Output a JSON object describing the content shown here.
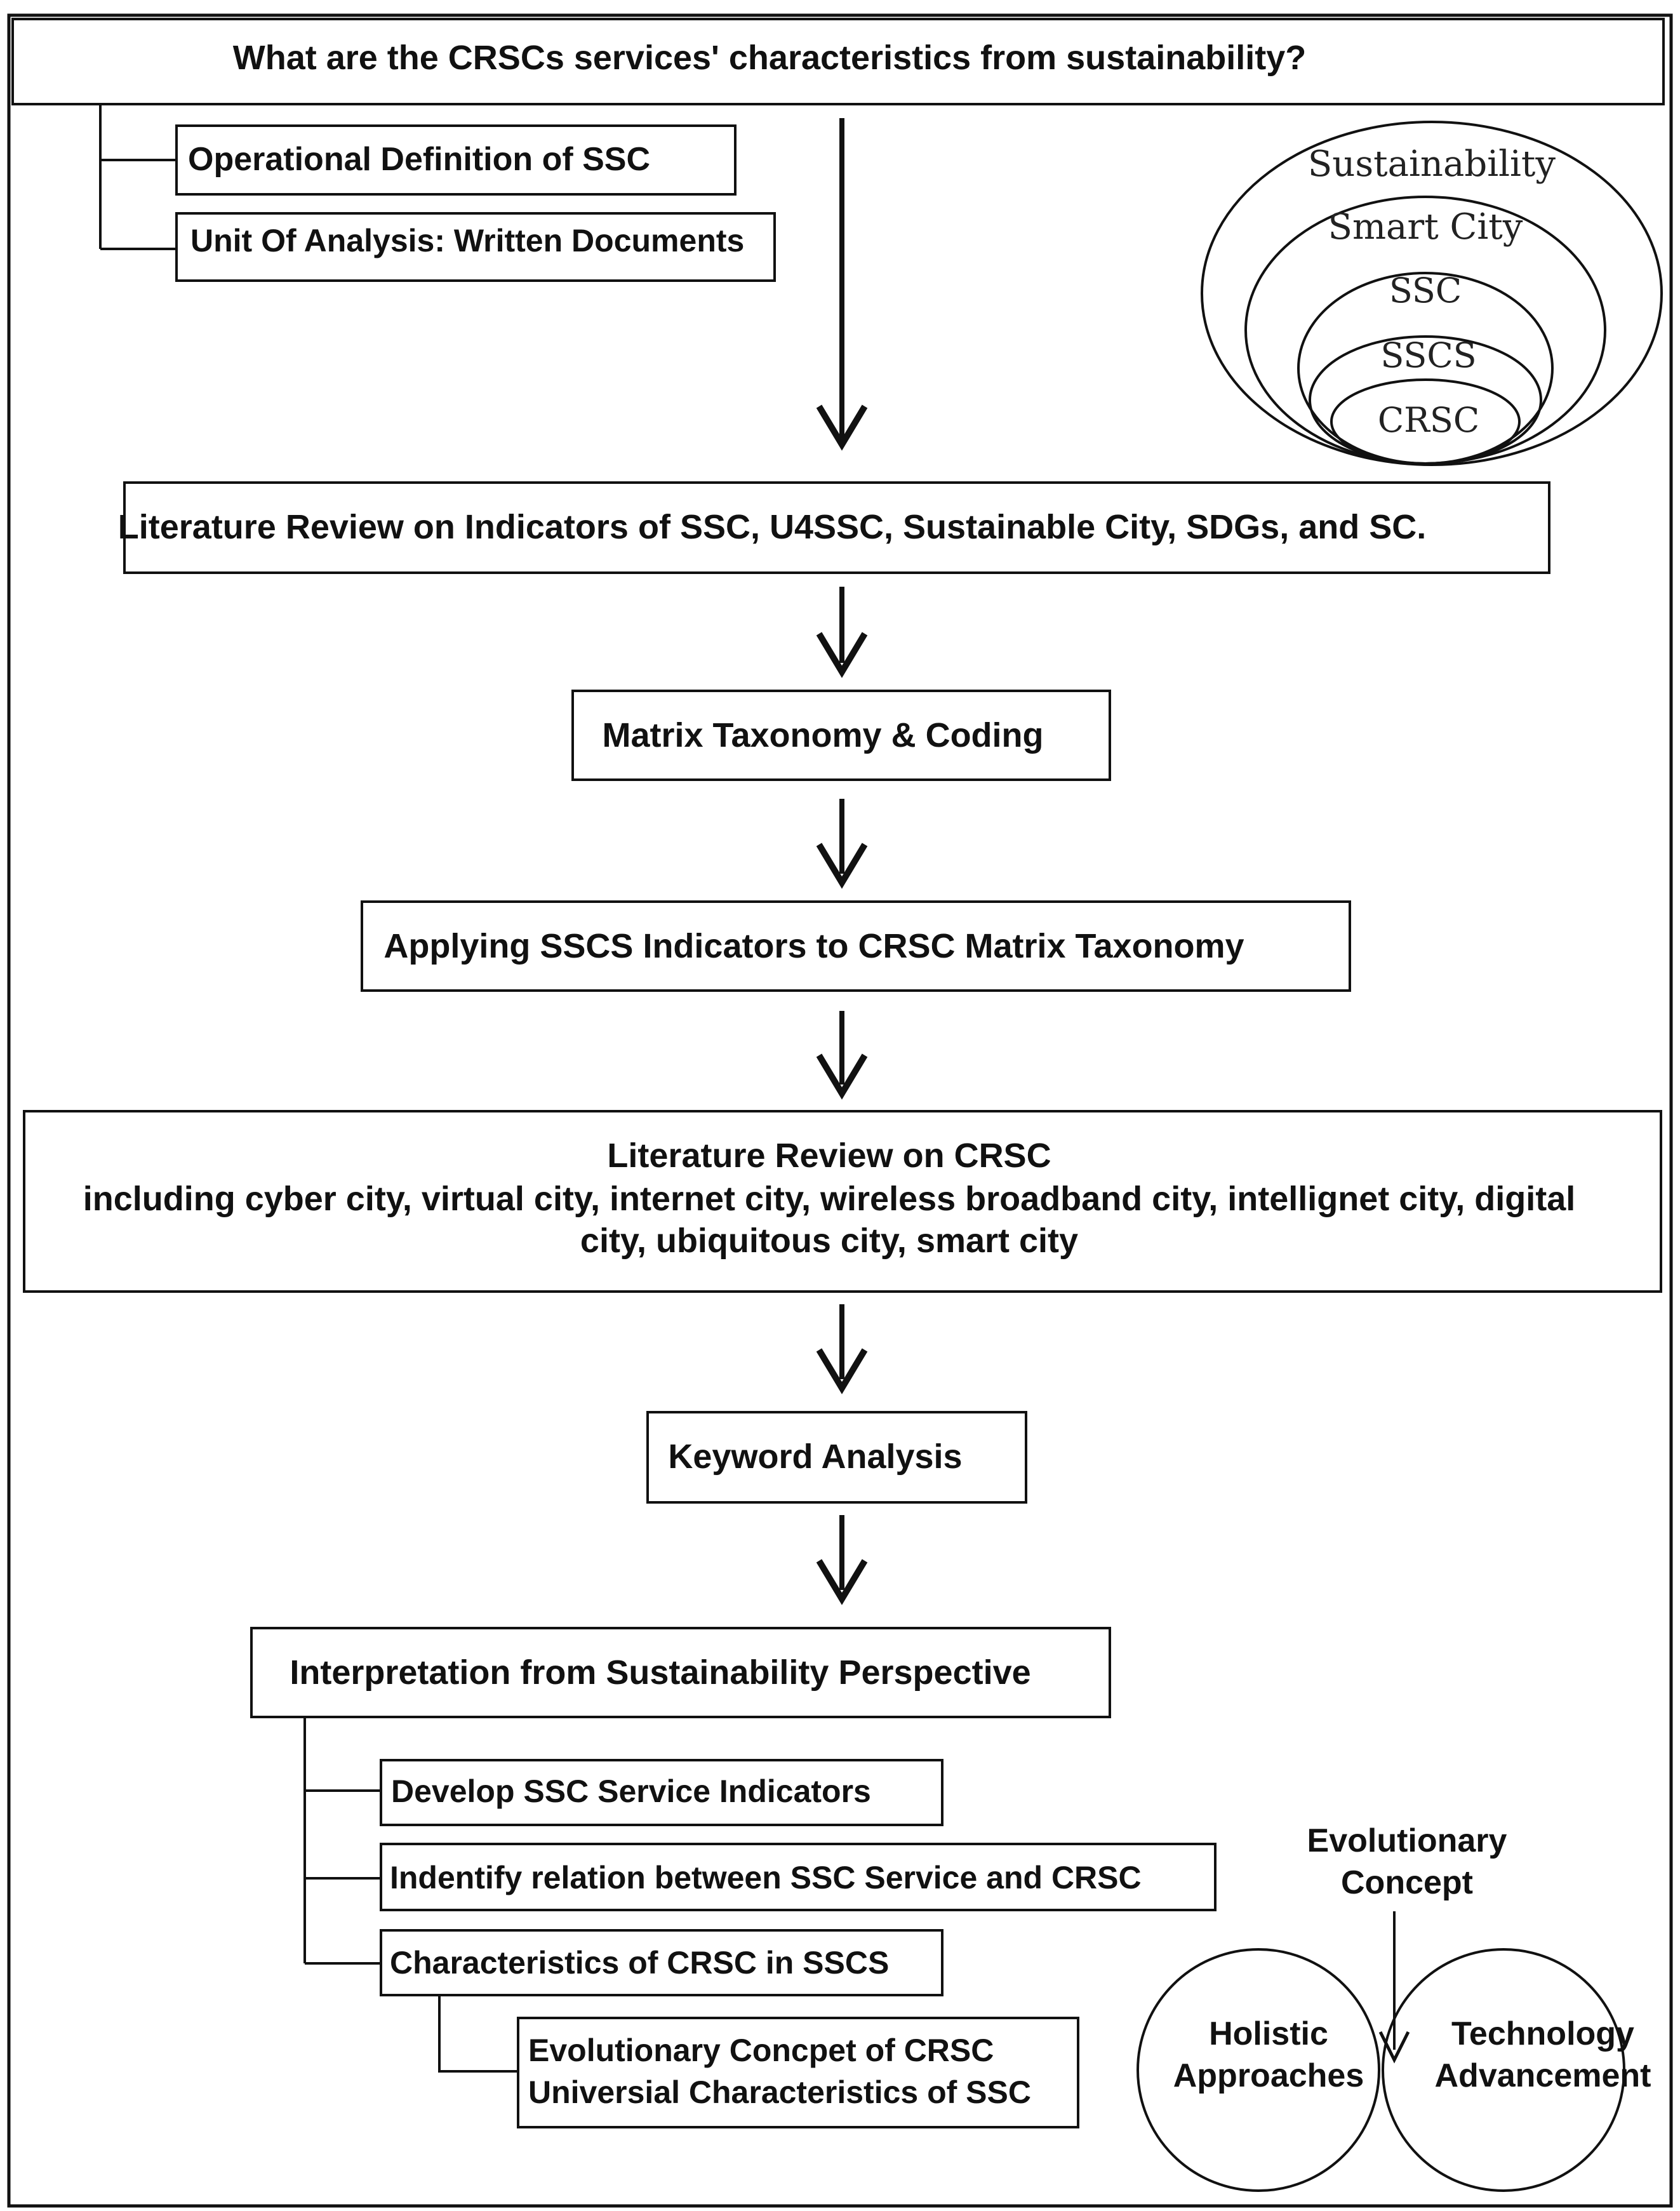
{
  "question": "What are the CRSCs services' characteristics from sustainability?",
  "sub_top": [
    "Operational Definition of SSC",
    "Unit Of Analysis: Written Documents"
  ],
  "nested_circles": [
    "Sustainability",
    "Smart City",
    "SSC",
    "SSCS",
    "CRSC"
  ],
  "steps": {
    "lit_review_indicators": "Literature Review on Indicators of SSC, U4SSC, Sustainable City, SDGs, and SC.",
    "matrix": "Matrix Taxonomy & Coding",
    "applying": "Applying SSCS Indicators to CRSC Matrix Taxonomy",
    "lit_crsc_line1": "Literature Review on CRSC",
    "lit_crsc_line2": "including cyber city, virtual city, internet city, wireless broadband city, intellignet city, digital",
    "lit_crsc_line3": "city, ubiquitous city, smart city",
    "keyword": "Keyword Analysis",
    "interpretation": "Interpretation from Sustainability Perspective"
  },
  "sub_bottom": [
    "Develop SSC Service Indicators",
    "Indentify relation between SSC Service and CRSC",
    "Characteristics of CRSC in SSCS"
  ],
  "sub_sub": [
    "Evolutionary Concpet of CRSC",
    "Universial Characteristics of SSC"
  ],
  "venn": {
    "label_line1": "Evolutionary",
    "label_line2": "Concept",
    "left_line1": "Holistic",
    "left_line2": "Approaches",
    "right_line1": "Technology",
    "right_line2": "Advancement"
  }
}
